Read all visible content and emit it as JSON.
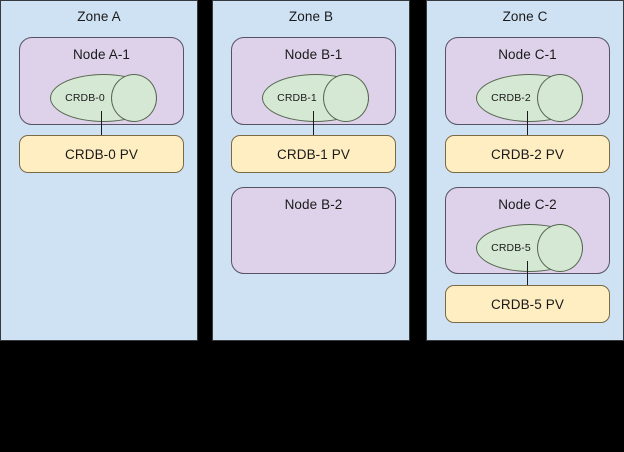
{
  "diagram": {
    "background_color": "#000000",
    "zone_color": "#cfe2f3",
    "node_color": "#ddd2ea",
    "db_color": "#d5e8d4",
    "pv_color": "#ffeec2",
    "zones": [
      {
        "id": "zone-a",
        "title": "Zone A",
        "nodes": [
          {
            "id": "node-a-1",
            "title": "Node A-1",
            "database": "CRDB-0",
            "pv": "CRDB-0 PV"
          }
        ]
      },
      {
        "id": "zone-b",
        "title": "Zone B",
        "nodes": [
          {
            "id": "node-b-1",
            "title": "Node B-1",
            "database": "CRDB-1",
            "pv": "CRDB-1 PV"
          },
          {
            "id": "node-b-2",
            "title": "Node B-2",
            "database": null,
            "pv": null
          }
        ]
      },
      {
        "id": "zone-c",
        "title": "Zone C",
        "nodes": [
          {
            "id": "node-c-1",
            "title": "Node C-1",
            "database": "CRDB-2",
            "pv": "CRDB-2 PV"
          },
          {
            "id": "node-c-2",
            "title": "Node C-2",
            "database": "CRDB-5",
            "pv": "CRDB-5 PV"
          }
        ]
      }
    ]
  }
}
